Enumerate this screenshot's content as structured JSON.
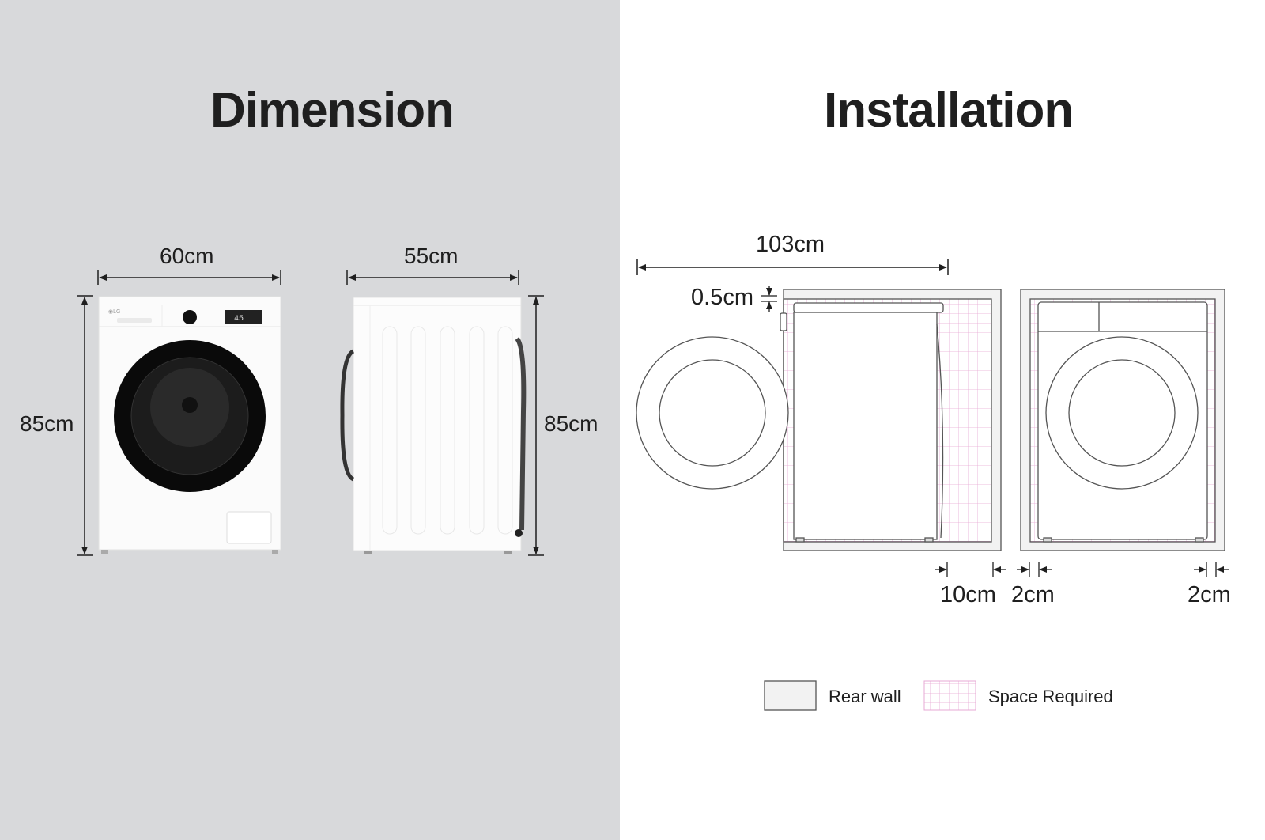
{
  "dimension": {
    "title": "Dimension",
    "front_width": "60cm",
    "side_depth": "55cm",
    "front_height": "85cm",
    "side_height": "85cm",
    "display_value": "45"
  },
  "installation": {
    "title": "Installation",
    "total_depth": "103cm",
    "top_clearance": "0.5cm",
    "rear_clearance": "10cm",
    "side_clearance_left": "2cm",
    "side_clearance_right": "2cm",
    "legend": [
      {
        "label": "Rear wall",
        "swatch": "#f2f2f2"
      },
      {
        "label": "Space Required",
        "swatch": "#e7a8d4"
      }
    ]
  },
  "colors": {
    "left_bg": "#d8d9db",
    "right_bg": "#ffffff",
    "grid_pink": "#e7a8d4",
    "line": "#555555"
  }
}
